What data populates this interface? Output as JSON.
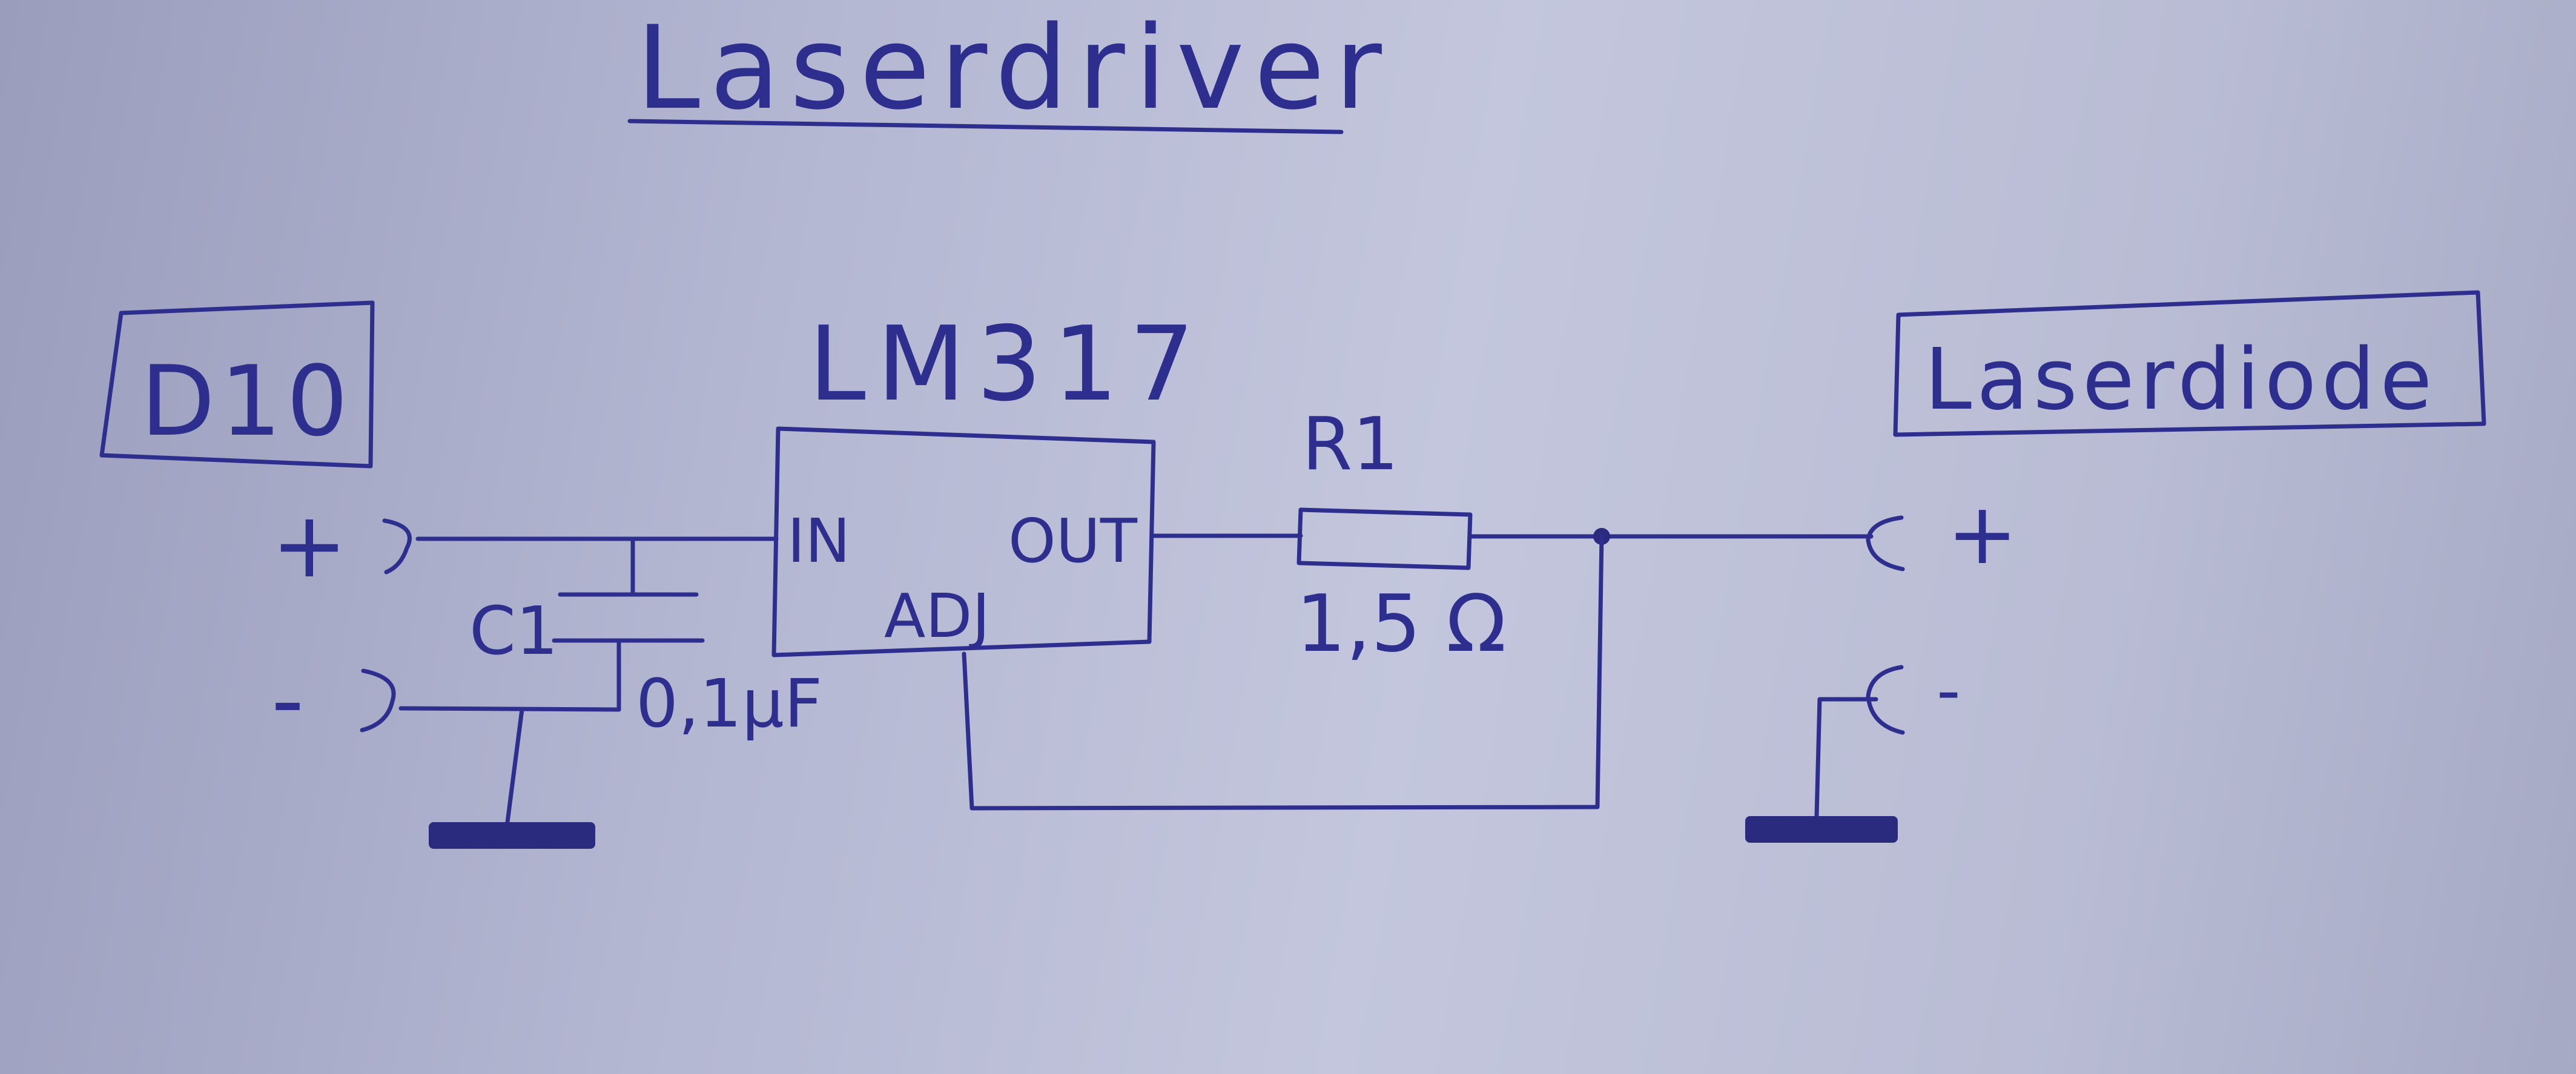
{
  "title": "Laserdriver",
  "source_label": "D10",
  "regulator": {
    "name": "LM317",
    "pin_in": "IN",
    "pin_out": "OUT",
    "pin_adj": "ADJ"
  },
  "resistor": {
    "name": "R1",
    "value": "1,5 Ω"
  },
  "capacitor": {
    "name": "C1",
    "value": "0,1µF"
  },
  "load_label": "Laserdiode",
  "polarity": {
    "plus": "+",
    "minus": "-"
  },
  "ink_color": "#2e2e8f"
}
